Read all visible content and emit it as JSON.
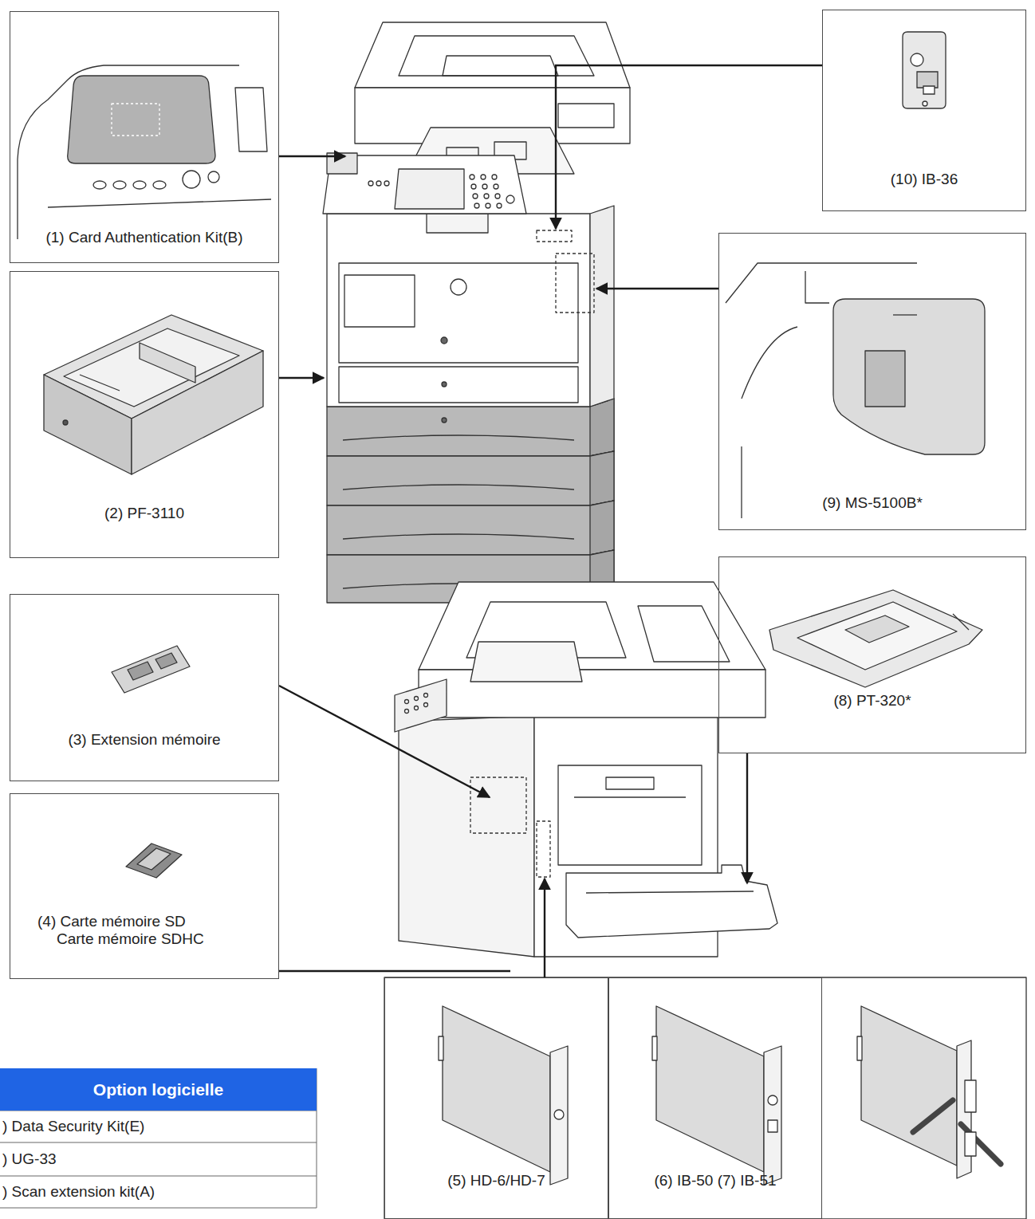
{
  "diagram": {
    "nodes": [
      {
        "text": [
          "(1) Card Authentication Kit(B)"
        ]
      },
      {
        "text": [
          "(10) IB-36"
        ]
      },
      {
        "text": [
          "(2) PF-3110"
        ]
      },
      {
        "text": [
          "(9) MS-5100B*"
        ]
      },
      {
        "text": [
          "(3) Extension mémoire"
        ]
      },
      {
        "text": [
          "(8) PT-320*"
        ]
      },
      {
        "text": [
          "(4) Carte mémoire SD",
          "Carte mémoire SDHC"
        ]
      },
      {
        "text": [
          "(5) HD-6/HD-7"
        ]
      },
      {
        "text": [
          "(6) IB-50 (7) IB-51"
        ]
      }
    ],
    "labels": [
      "Option logicielle",
      ") Data Security Kit(E)",
      ") UG-33",
      ") Scan extension kit(A)"
    ]
  }
}
